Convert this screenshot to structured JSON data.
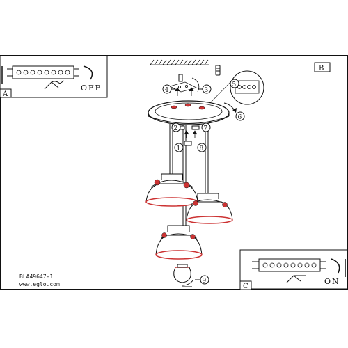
{
  "panels": {
    "a": {
      "label": "A",
      "state_text": "OFF"
    },
    "b": {
      "label": "B"
    },
    "c": {
      "label": "C",
      "state_text": "ON"
    }
  },
  "callouts": [
    "1",
    "2",
    "3",
    "4",
    "5",
    "6",
    "7",
    "8",
    "9"
  ],
  "footer": {
    "model_code": "BLA49647-1",
    "website": "www.eglo.com"
  },
  "colors": {
    "line": "#111111",
    "shade_rim": "#cc3333",
    "shade_fill": "#ffffff"
  }
}
